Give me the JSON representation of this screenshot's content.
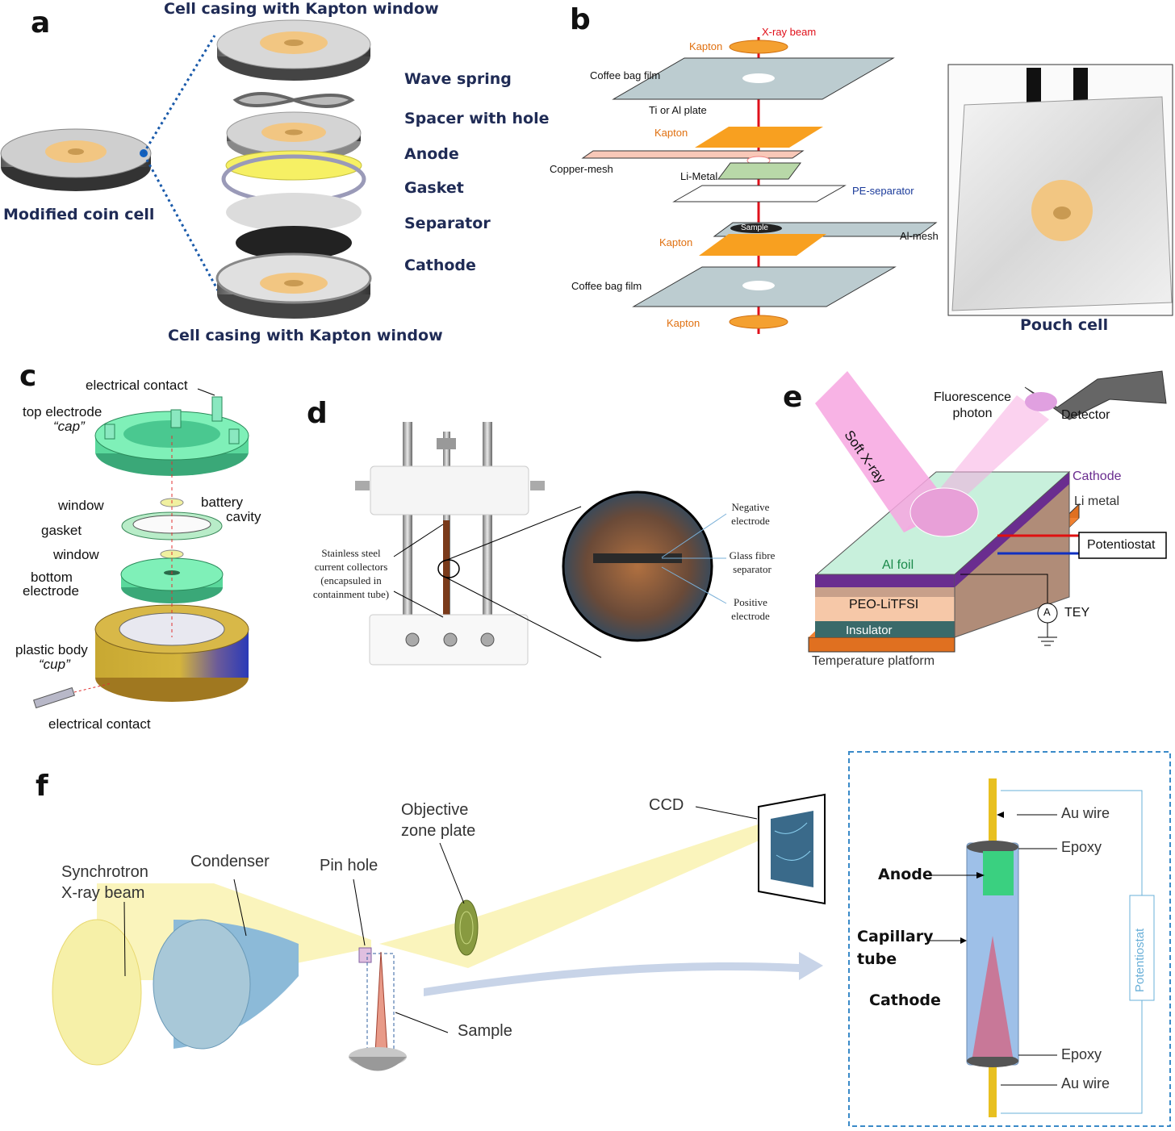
{
  "panels": {
    "a": "a",
    "b": "b",
    "c": "c",
    "d": "d",
    "e": "e",
    "f": "f"
  },
  "a": {
    "top_casing": "Cell casing with Kapton window",
    "bottom_casing": "Cell casing with Kapton window",
    "coin_cell": "Modified coin cell",
    "layers": [
      "Wave spring",
      "Spacer with hole",
      "Anode",
      "Gasket",
      "Separator",
      "Cathode"
    ]
  },
  "b": {
    "xray_beam": "X-ray beam",
    "kapton_top": "Kapton",
    "coffee_top": "Coffee bag film",
    "ti_plate": "Ti or Al plate",
    "kapton_2": "Kapton",
    "copper_mesh": "Copper-mesh",
    "li_metal": "Li-Metal",
    "pe_separator": "PE-separator",
    "sample": "Sample",
    "al_mesh": "Al-mesh",
    "kapton_3": "Kapton",
    "coffee_bottom": "Coffee bag film",
    "kapton_bottom": "Kapton",
    "pouch_cell": "Pouch cell"
  },
  "c": {
    "electrical_contact_top": "electrical contact",
    "top_electrode": "top electrode",
    "cap": "“cap”",
    "window_1": "window",
    "battery": "battery",
    "cavity": "cavity",
    "gasket": "gasket",
    "window_2": "window",
    "bottom": "bottom",
    "electrode": "electrode",
    "plastic_body": "plastic body",
    "cup": "“cup”",
    "electrical_contact_bottom": "electrical contact"
  },
  "d": {
    "collectors": [
      "Stainless steel",
      "current collectors",
      "(encapsuled in",
      "containment tube)"
    ],
    "negative": [
      "Negative",
      "electrode"
    ],
    "glass": [
      "Glass fibre",
      "separator"
    ],
    "positive": [
      "Positive",
      "electrode"
    ]
  },
  "e": {
    "soft_xray": "Soft X-ray",
    "fluorescence": [
      "Fluorescence",
      "photon"
    ],
    "detector": "Detector",
    "cathode": "Cathode",
    "li_metal": "Li metal",
    "potentiostat": "Potentiostat",
    "al_foil": "Al foil",
    "peo": "PEO-LiTFSI",
    "tey": "TEY",
    "ammeter": "A",
    "insulator": "Insulator",
    "platform": "Temperature platform",
    "colors": {
      "cathode": "#6a2d8f",
      "li": "#b08c78",
      "foil": "#c8f0dc",
      "beam": "#f7a6e0",
      "platform": "#e07a20"
    }
  },
  "f": {
    "synchrotron": [
      "Synchrotron",
      "X-ray beam"
    ],
    "condenser": "Condenser",
    "pin_hole": "Pin hole",
    "objective": [
      "Objective",
      "zone plate"
    ],
    "ccd": "CCD",
    "sample": "Sample",
    "au_wire_top": "Au wire",
    "epoxy_top": "Epoxy",
    "anode": "Anode",
    "capillary": [
      "Capillary",
      "tube"
    ],
    "cathode": "Cathode",
    "potentiostat": "Potentiostat",
    "epoxy_bottom": "Epoxy",
    "au_wire_bottom": "Au wire"
  }
}
